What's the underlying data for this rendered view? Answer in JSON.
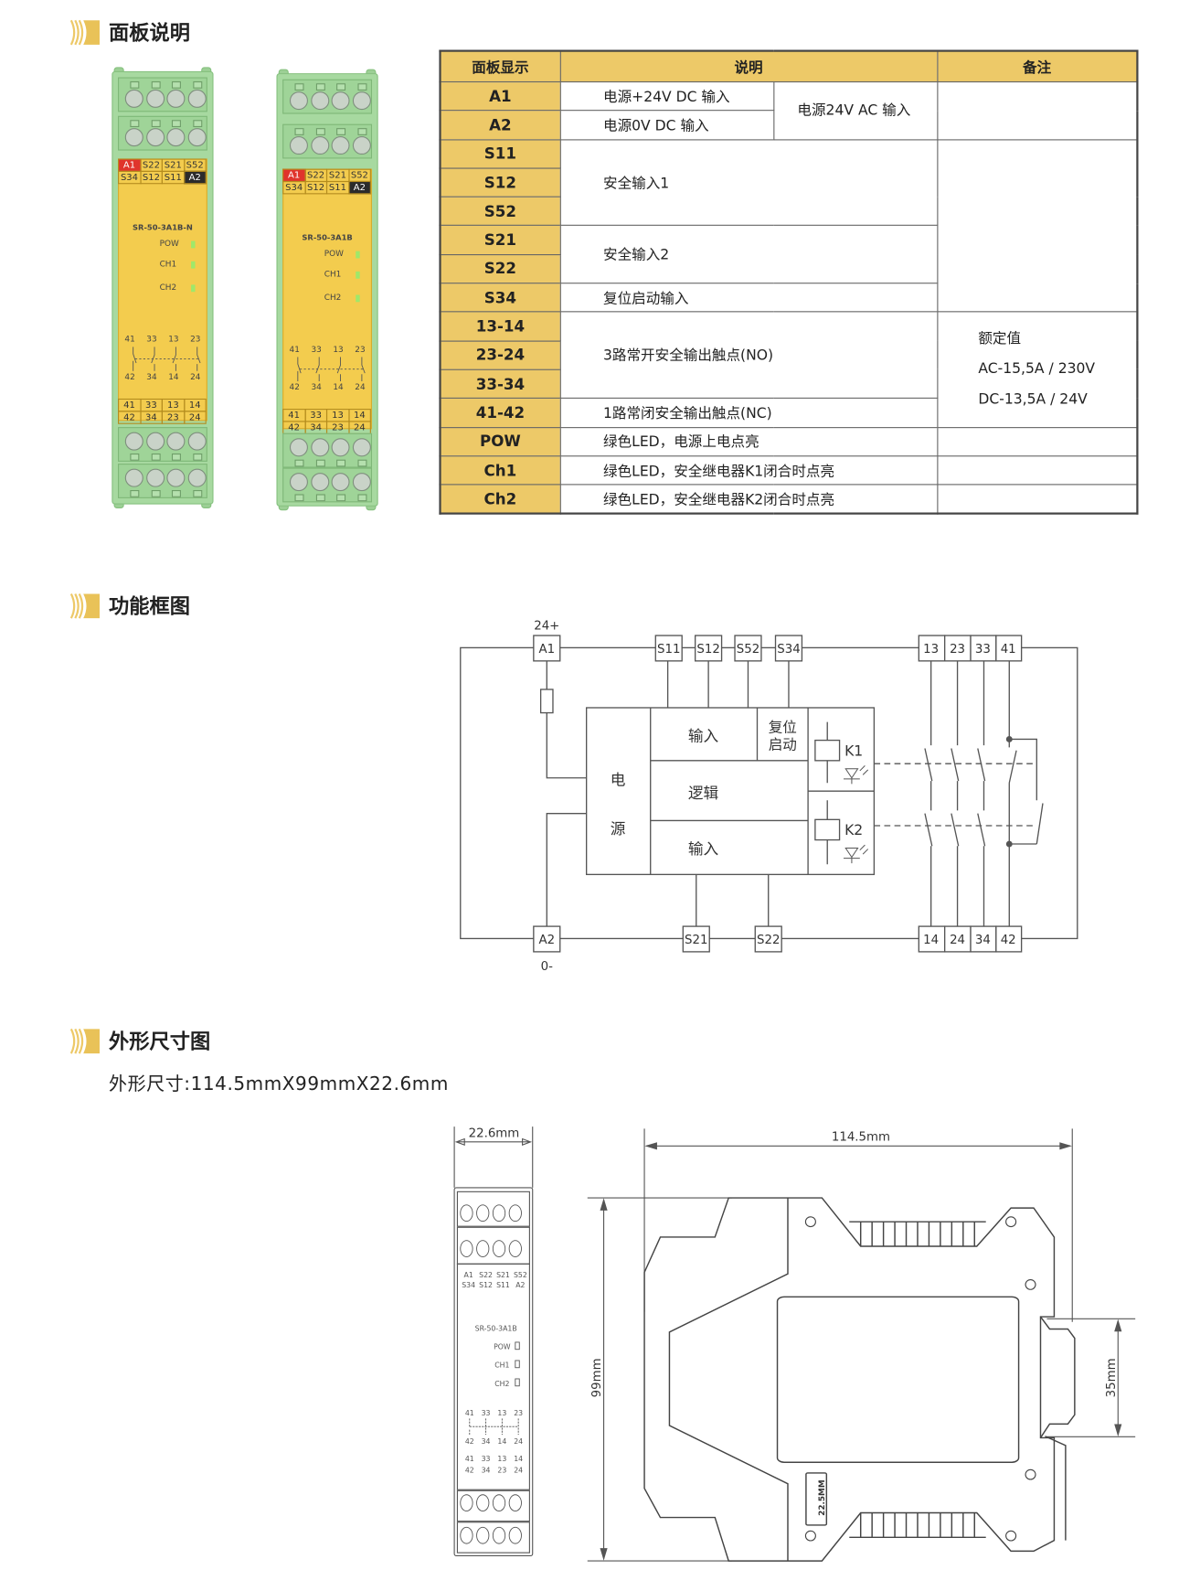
{
  "sections": {
    "panel": "面板说明",
    "block_diagram": "功能框图",
    "dimensions": "外形尺寸图",
    "dimensions_subtitle": "外形尺寸:114.5mmX99mmX22.6mm"
  },
  "colors": {
    "accent_yellow": "#EDC968",
    "device_green": "#A7D9A0",
    "label_yellow": "#F3CC4E",
    "a1_red": "#E0342C"
  },
  "devices": [
    {
      "model": "SR-50-3A1B-N",
      "top_labels": [
        [
          "A1",
          "S22",
          "S21",
          "S52"
        ],
        [
          "S34",
          "S12",
          "S11",
          "A2"
        ]
      ],
      "leds": [
        "POW",
        "CH1",
        "CH2"
      ],
      "contacts_top": [
        "41",
        "33",
        "13",
        "23"
      ],
      "contacts_bottom": [
        "42",
        "34",
        "14",
        "24"
      ],
      "bottom_labels": [
        [
          "41",
          "33",
          "13",
          "14"
        ],
        [
          "42",
          "34",
          "23",
          "24"
        ]
      ]
    },
    {
      "model": "SR-50-3A1B",
      "top_labels": [
        [
          "A1",
          "S22",
          "S21",
          "S52"
        ],
        [
          "S34",
          "S12",
          "S11",
          "A2"
        ]
      ],
      "leds": [
        "POW",
        "CH1",
        "CH2"
      ],
      "contacts_top": [
        "41",
        "33",
        "13",
        "23"
      ],
      "contacts_bottom": [
        "42",
        "34",
        "14",
        "24"
      ],
      "bottom_labels": [
        [
          "41",
          "33",
          "13",
          "14"
        ],
        [
          "42",
          "34",
          "23",
          "24"
        ]
      ]
    }
  ],
  "table": {
    "headers": [
      "面板显示",
      "说明",
      "备注"
    ],
    "keys": [
      "A1",
      "A2",
      "S11",
      "S12",
      "S52",
      "S21",
      "S22",
      "S34",
      "13-14",
      "23-24",
      "33-34",
      "41-42",
      "POW",
      "Ch1",
      "Ch2"
    ],
    "desc": {
      "a1": "电源+24V DC 输入",
      "a2": "电源0V DC 输入",
      "ac": "电源24V AC 输入",
      "safe1": "安全输入1",
      "safe2": "安全输入2",
      "reset": "复位启动输入",
      "no": "3路常开安全输出触点(NO)",
      "nc": "1路常闭安全输出触点(NC)",
      "pow": "绿色LED，电源上电点亮",
      "ch1": "绿色LED，安全继电器K1闭合时点亮",
      "ch2": "绿色LED，安全继电器K2闭合时点亮"
    },
    "notes": {
      "rated": "额定值",
      "ac": "AC-15,5A / 230V",
      "dc": "DC-13,5A / 24V"
    }
  },
  "diagram": {
    "plus_label": "24+",
    "minus_label": "0-",
    "top_terminals": [
      "A1",
      "S11",
      "S12",
      "S52",
      "S34",
      "13",
      "23",
      "33",
      "41"
    ],
    "bottom_terminals": [
      "A2",
      "S21",
      "S22",
      "14",
      "24",
      "34",
      "42"
    ],
    "power_chars": [
      "电",
      "源"
    ],
    "input": "输入",
    "reset": [
      "复位",
      "启动"
    ],
    "logic": "逻辑",
    "relays": [
      "K1",
      "K2"
    ]
  },
  "dims": {
    "width": "22.6mm",
    "length": "114.5mm",
    "height": "99mm",
    "rail": "35mm",
    "module_mark": "22.5MM"
  }
}
